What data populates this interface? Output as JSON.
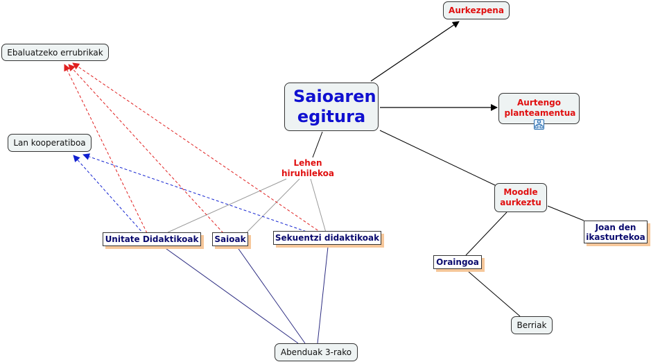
{
  "nodes": {
    "main": "Saioaren egitura",
    "aurkezpena": "Aurkezpena",
    "aurtengo": "Aurtengo planteamentua",
    "moodle": "Moodle aurkeztu",
    "joan": "Joan den ikasturtekoa",
    "oraingoa": "Oraingoa",
    "berriak": "Berriak",
    "lehen": "Lehen hiruhilekoa",
    "ebaluatzeko": "Ebaluatzeko errubrikak",
    "lan": "Lan kooperatiboa",
    "unitate": "Unitate Didaktikoak",
    "saioak": "Saioak",
    "sekuentzi": "Sekuentzi didaktikoak",
    "abenduak": "Abenduak 3-rako"
  },
  "icons": {
    "aurtengo_link": "concept-map-link-icon"
  },
  "colors": {
    "title_blue": "#1010d0",
    "label_red": "#e01010",
    "node_navy": "#0a0a6e",
    "dashed_red": "#e02020",
    "dashed_blue": "#1020d0",
    "line_gray": "#999999",
    "line_navy": "#2a2a80"
  }
}
